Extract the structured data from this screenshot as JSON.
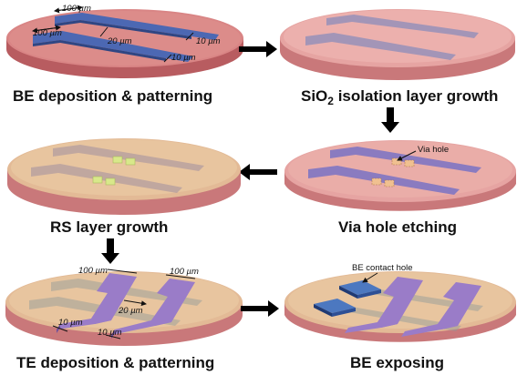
{
  "steps": [
    {
      "caption": "BE deposition & patterning"
    },
    {
      "caption_main": "SiO",
      "caption_sub": "2",
      "caption_rest": " isolation layer growth"
    },
    {
      "caption": "Via hole etching"
    },
    {
      "caption": "RS layer growth"
    },
    {
      "caption": "TE deposition & patterning"
    },
    {
      "caption": "BE exposing"
    }
  ],
  "labels": {
    "be_width_top": "100 µm",
    "be_width_left": "100 µm",
    "be_gap": "20 µm",
    "be_end_1": "10 µm",
    "be_end_2": "10 µm",
    "via_hole": "Via hole",
    "te_width_left": "100 µm",
    "te_width_right": "100 µm",
    "te_gap": "20 µm",
    "te_end_1": "10 µm",
    "te_end_2": "10 µm",
    "be_contact_hole": "BE contact hole"
  },
  "colors": {
    "substrate_red": "#d98585",
    "substrate_side": "#c2696d",
    "sio2_pink": "#e8a6a3",
    "rs_orange": "#e3ba96",
    "be_blue": "#4c68b3",
    "te_purple": "#9a7cc8",
    "arrow": "#000000"
  }
}
